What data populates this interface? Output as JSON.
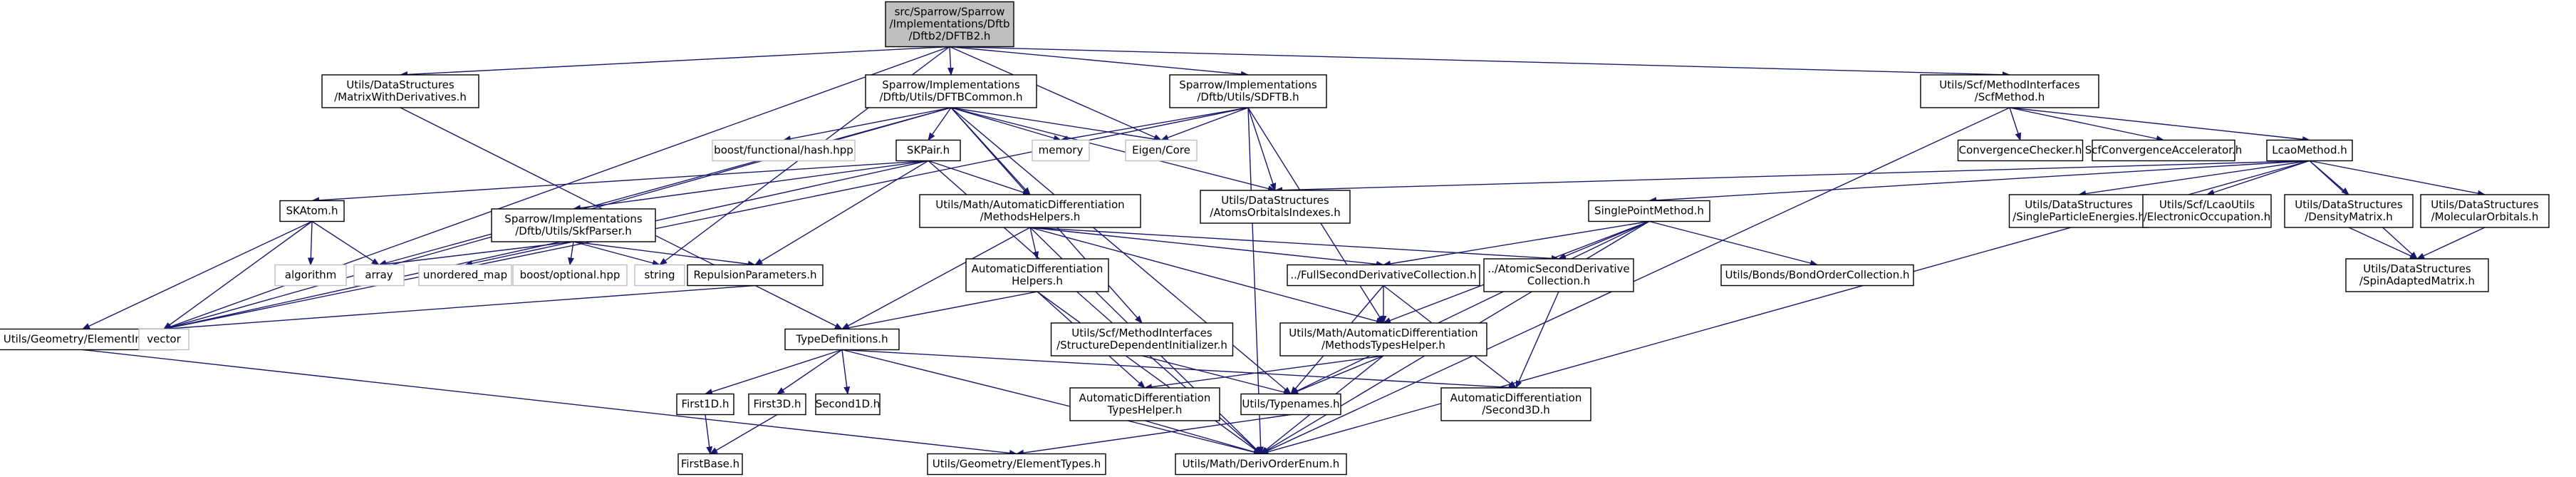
{
  "colors": {
    "edge": "#191970",
    "node_border": "#000000",
    "node_fill": "#ffffff",
    "root_fill": "#bfbfbf",
    "external_border": "#bfbfbf"
  },
  "nodes": [
    {
      "id": "root",
      "lines": [
        "src/Sparrow/Sparrow",
        "/Implementations/Dftb",
        "/Dftb2/DFTB2.h"
      ],
      "kind": "root"
    },
    {
      "id": "matrixwd",
      "lines": [
        "Utils/DataStructures",
        "/MatrixWithDerivatives.h"
      ],
      "kind": "normal"
    },
    {
      "id": "dftbcommon",
      "lines": [
        "Sparrow/Implementations",
        "/Dftb/Utils/DFTBCommon.h"
      ],
      "kind": "normal"
    },
    {
      "id": "sdftb",
      "lines": [
        "Sparrow/Implementations",
        "/Dftb/Utils/SDFTB.h"
      ],
      "kind": "normal"
    },
    {
      "id": "scfmethod",
      "lines": [
        "Utils/Scf/MethodInterfaces",
        "/ScfMethod.h"
      ],
      "kind": "normal"
    },
    {
      "id": "boosthash",
      "lines": [
        "boost/functional/hash.hpp"
      ],
      "kind": "external"
    },
    {
      "id": "memory",
      "lines": [
        "memory"
      ],
      "kind": "external"
    },
    {
      "id": "eigencore",
      "lines": [
        "Eigen/Core"
      ],
      "kind": "external"
    },
    {
      "id": "skpair",
      "lines": [
        "SKPair.h"
      ],
      "kind": "normal"
    },
    {
      "id": "atomorbidx",
      "lines": [
        "Utils/DataStructures",
        "/AtomsOrbitalsIndexes.h"
      ],
      "kind": "normal"
    },
    {
      "id": "convchecker",
      "lines": [
        "ConvergenceChecker.h"
      ],
      "kind": "normal"
    },
    {
      "id": "scfconvacc",
      "lines": [
        "ScfConvergenceAccelerator.h"
      ],
      "kind": "normal"
    },
    {
      "id": "lcaomethod",
      "lines": [
        "LcaoMethod.h"
      ],
      "kind": "normal"
    },
    {
      "id": "skatom",
      "lines": [
        "SKAtom.h"
      ],
      "kind": "normal"
    },
    {
      "id": "skfparser",
      "lines": [
        "Sparrow/Implementations",
        "/Dftb/Utils/SkfParser.h"
      ],
      "kind": "normal"
    },
    {
      "id": "methodshelpers",
      "lines": [
        "Utils/Math/AutomaticDifferentiation",
        "/MethodsHelpers.h"
      ],
      "kind": "normal"
    },
    {
      "id": "singlepoint",
      "lines": [
        "SinglePointMethod.h"
      ],
      "kind": "normal"
    },
    {
      "id": "spenergies",
      "lines": [
        "Utils/DataStructures",
        "/SingleParticleEnergies.h"
      ],
      "kind": "normal"
    },
    {
      "id": "elecocc",
      "lines": [
        "Utils/Scf/LcaoUtils",
        "/ElectronicOccupation.h"
      ],
      "kind": "normal"
    },
    {
      "id": "densitymatrix",
      "lines": [
        "Utils/DataStructures",
        "/DensityMatrix.h"
      ],
      "kind": "normal"
    },
    {
      "id": "molorbitals",
      "lines": [
        "Utils/DataStructures",
        "/MolecularOrbitals.h"
      ],
      "kind": "normal"
    },
    {
      "id": "algorithm",
      "lines": [
        "algorithm"
      ],
      "kind": "external"
    },
    {
      "id": "array",
      "lines": [
        "array"
      ],
      "kind": "external"
    },
    {
      "id": "unorderedmap",
      "lines": [
        "unordered_map"
      ],
      "kind": "external"
    },
    {
      "id": "boostoptional",
      "lines": [
        "boost/optional.hpp"
      ],
      "kind": "external"
    },
    {
      "id": "string",
      "lines": [
        "string"
      ],
      "kind": "external"
    },
    {
      "id": "repulsion",
      "lines": [
        "RepulsionParameters.h"
      ],
      "kind": "normal"
    },
    {
      "id": "adhelpers",
      "lines": [
        "AutomaticDifferentiation",
        "Helpers.h"
      ],
      "kind": "normal"
    },
    {
      "id": "fullsecond",
      "lines": [
        "../FullSecondDerivativeCollection.h"
      ],
      "kind": "normal"
    },
    {
      "id": "atomicsecond",
      "lines": [
        "../AtomicSecondDerivative",
        "Collection.h"
      ],
      "kind": "normal"
    },
    {
      "id": "bondorder",
      "lines": [
        "Utils/Bonds/BondOrderCollection.h"
      ],
      "kind": "normal"
    },
    {
      "id": "spinadapted",
      "lines": [
        "Utils/DataStructures",
        "/SpinAdaptedMatrix.h"
      ],
      "kind": "normal"
    },
    {
      "id": "elementinfo",
      "lines": [
        "Utils/Geometry/ElementInfo.h"
      ],
      "kind": "normal"
    },
    {
      "id": "vector",
      "lines": [
        "vector"
      ],
      "kind": "external"
    },
    {
      "id": "typedefs",
      "lines": [
        "TypeDefinitions.h"
      ],
      "kind": "normal"
    },
    {
      "id": "structdepinit",
      "lines": [
        "Utils/Scf/MethodInterfaces",
        "/StructureDependentInitializer.h"
      ],
      "kind": "normal"
    },
    {
      "id": "methodstypeshelper",
      "lines": [
        "Utils/Math/AutomaticDifferentiation",
        "/MethodsTypesHelper.h"
      ],
      "kind": "normal"
    },
    {
      "id": "first1d",
      "lines": [
        "First1D.h"
      ],
      "kind": "normal"
    },
    {
      "id": "first3d",
      "lines": [
        "First3D.h"
      ],
      "kind": "normal"
    },
    {
      "id": "second1d",
      "lines": [
        "Second1D.h"
      ],
      "kind": "normal"
    },
    {
      "id": "adtypeshelper",
      "lines": [
        "AutomaticDifferentiation",
        "TypesHelper.h"
      ],
      "kind": "normal"
    },
    {
      "id": "typenames",
      "lines": [
        "Utils/Typenames.h"
      ],
      "kind": "normal"
    },
    {
      "id": "second3d",
      "lines": [
        "AutomaticDifferentiation",
        "/Second3D.h"
      ],
      "kind": "normal"
    },
    {
      "id": "firstbase",
      "lines": [
        "FirstBase.h"
      ],
      "kind": "normal"
    },
    {
      "id": "elementtypes",
      "lines": [
        "Utils/Geometry/ElementTypes.h"
      ],
      "kind": "normal"
    },
    {
      "id": "derivorder",
      "lines": [
        "Utils/Math/DerivOrderEnum.h"
      ],
      "kind": "normal"
    }
  ]
}
